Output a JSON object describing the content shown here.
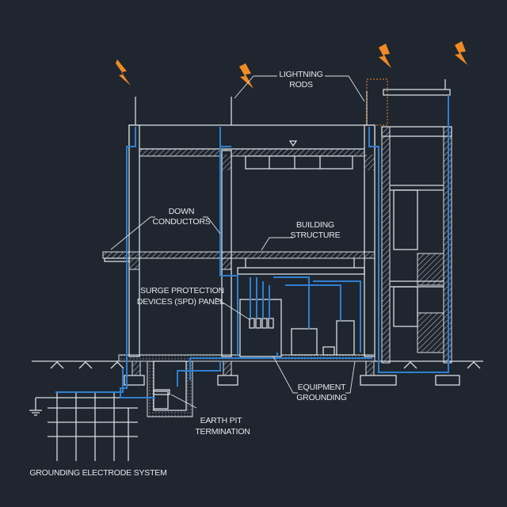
{
  "labels": {
    "lightning_rods": [
      "LIGHTNING",
      "RODS"
    ],
    "down_conductors": [
      "DOWN",
      "CONDUCTORS"
    ],
    "building_structure": [
      "BUILDING",
      "STRUCTURE"
    ],
    "spd_panel": [
      "SURGE PROTECTION",
      "DEVICES (SPD) PANEL"
    ],
    "equipment_grounding": [
      "EQUIPMENT",
      "GROUNDING"
    ],
    "earth_pit": [
      "EARTH PIT",
      "TERMINATION"
    ],
    "grounding_system": "GROUNDING ELECTRODE SYSTEM"
  },
  "colors": {
    "background": "#1f262f",
    "linework": "#d8dde2",
    "conductor": "#2f7fd0",
    "lightning": "#f08a24"
  },
  "icons": [
    "lightning-bolt-icon",
    "ground-symbol-icon"
  ]
}
